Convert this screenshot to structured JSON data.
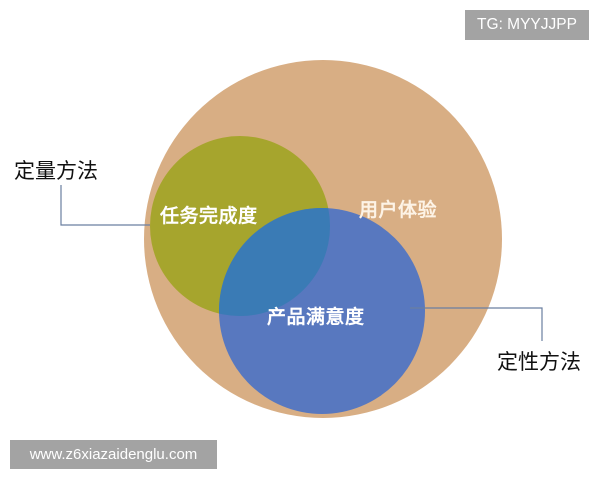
{
  "watermarks": {
    "top_right": "TG: MYYJJPP",
    "bottom_left": "www.z6xiazaidenglu.com"
  },
  "diagram": {
    "outer_circle": {
      "label": "用户体验",
      "color": "#d8ae84"
    },
    "left_circle": {
      "label": "任务完成度",
      "color": "#a6a52d"
    },
    "lower_circle": {
      "label": "产品满意度",
      "color": "#5679bf"
    },
    "overlap_color": "#3a7bb5",
    "callouts": {
      "quantitative": {
        "label": "定量方法",
        "points_to": "任务完成度"
      },
      "qualitative": {
        "label": "定性方法",
        "points_to": "产品满意度"
      }
    },
    "connector_color": "#6a7fa0"
  }
}
